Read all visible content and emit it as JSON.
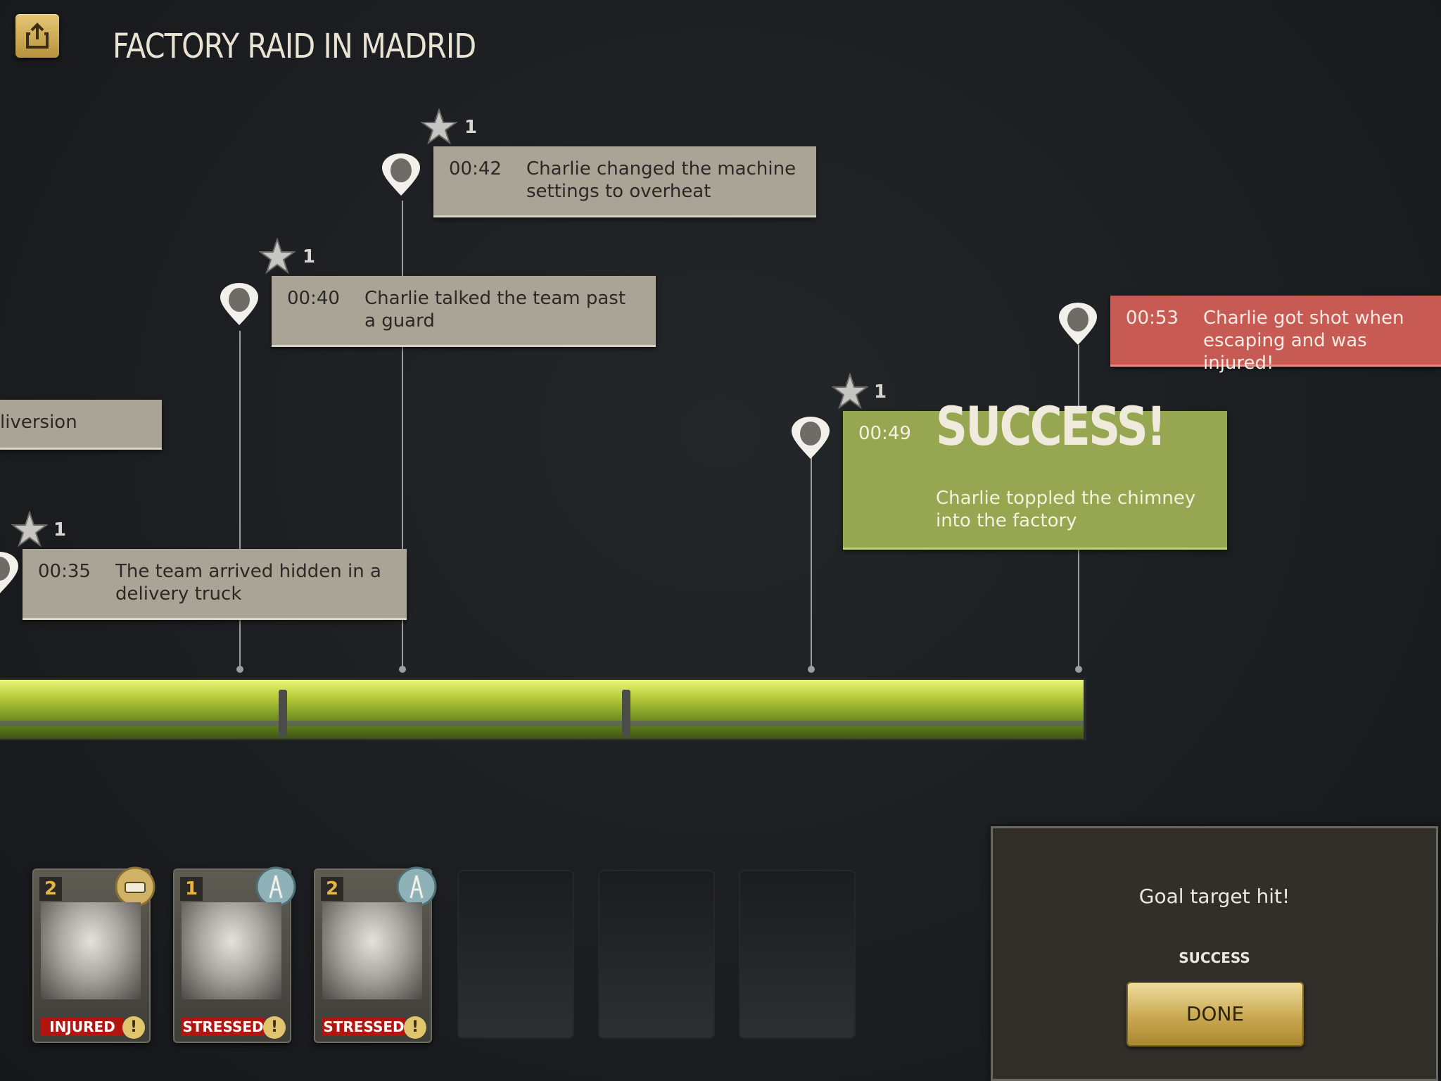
{
  "header": {
    "title": "FACTORY RAID IN MADRID"
  },
  "events": [
    {
      "time": "00:42",
      "text": "Charlie changed the machine settings to overheat",
      "stars": "1"
    },
    {
      "time": "00:40",
      "text": "Charlie talked the team past a guard",
      "stars": "1"
    },
    {
      "time": "00:53",
      "text": "Charlie got shot when escaping and was injured!"
    },
    {
      "partial_text": "liversion"
    },
    {
      "time": "00:49",
      "headline": "SUCCESS!",
      "text": "Charlie toppled the chimney into the factory",
      "stars": "1"
    },
    {
      "time": "00:35",
      "text": "The team arrived hidden in a delivery truck",
      "stars": "1"
    }
  ],
  "colors": {
    "neutral_card": "#aaa497",
    "fail_card": "#c85a54",
    "success_card": "#97a650",
    "progress": "#b8cb3a",
    "gold": "#c9a851"
  },
  "team": [
    {
      "level": "2",
      "status": "INJURED",
      "badge": "demolitions-icon"
    },
    {
      "level": "1",
      "status": "STRESSED",
      "badge": "radio-icon"
    },
    {
      "level": "2",
      "status": "STRESSED",
      "badge": "radio-icon"
    }
  ],
  "result_panel": {
    "message": "Goal target hit!",
    "result": "SUCCESS",
    "done_label": "DONE"
  }
}
